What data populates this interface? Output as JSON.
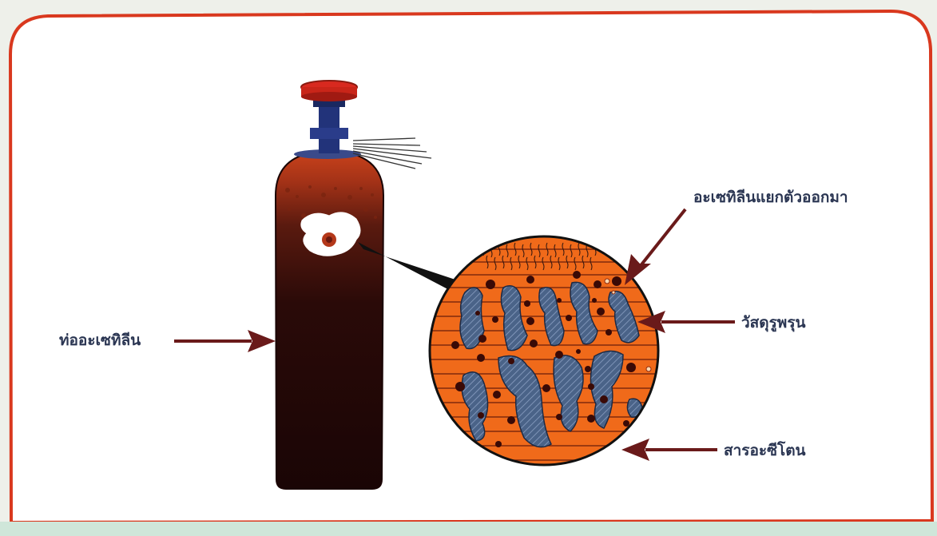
{
  "labels": {
    "cylinder": "ท่ออะเซทิลีน",
    "gas_release": "อะเซทิลีนแยกตัวออกมา",
    "porous_material": "วัสดุรูพรุน",
    "acetone": "สารอะซีโตน"
  },
  "icons": [
    "gas-cylinder-icon",
    "valve-icon",
    "gas-jet-icon",
    "magnified-view-icon"
  ],
  "colors": {
    "frame_border": "#d9381e",
    "frame_fill": "#ffffff",
    "cylinder_top": "#c9421b",
    "cylinder_body": "#2a0a08",
    "valve_cap": "#d8291f",
    "valve_stem": "#22337a",
    "magnifier_fill": "#f06a1a",
    "porous_fill": "#4a6388",
    "arrow": "#6a1a1a",
    "text": "#2a3552"
  }
}
